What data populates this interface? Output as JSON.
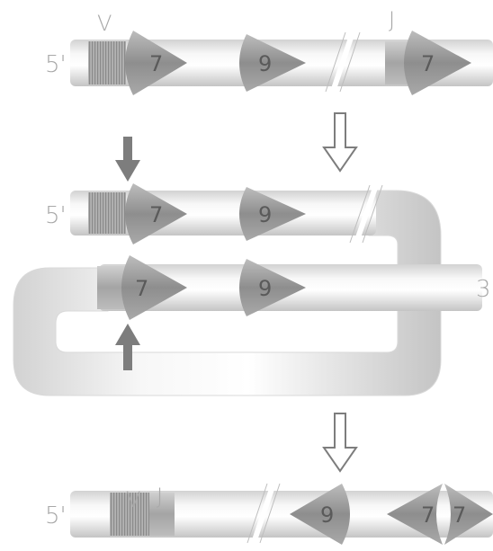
{
  "labels": {
    "five_prime": "5'",
    "three_prime": "3",
    "v_segment": "V",
    "j_segment": "J"
  },
  "signals": {
    "heptamer": "7",
    "nonamer": "9"
  },
  "colors": {
    "tube_light": "#ffffff",
    "tube_mid": "#dcdcdc",
    "tube_dark": "#bdbdbd",
    "signal_fill": "#9b9b9b",
    "segment_fill": "#b9b9b9",
    "arrow_fill": "#7d7d7d",
    "text": "#a8a8a8"
  }
}
